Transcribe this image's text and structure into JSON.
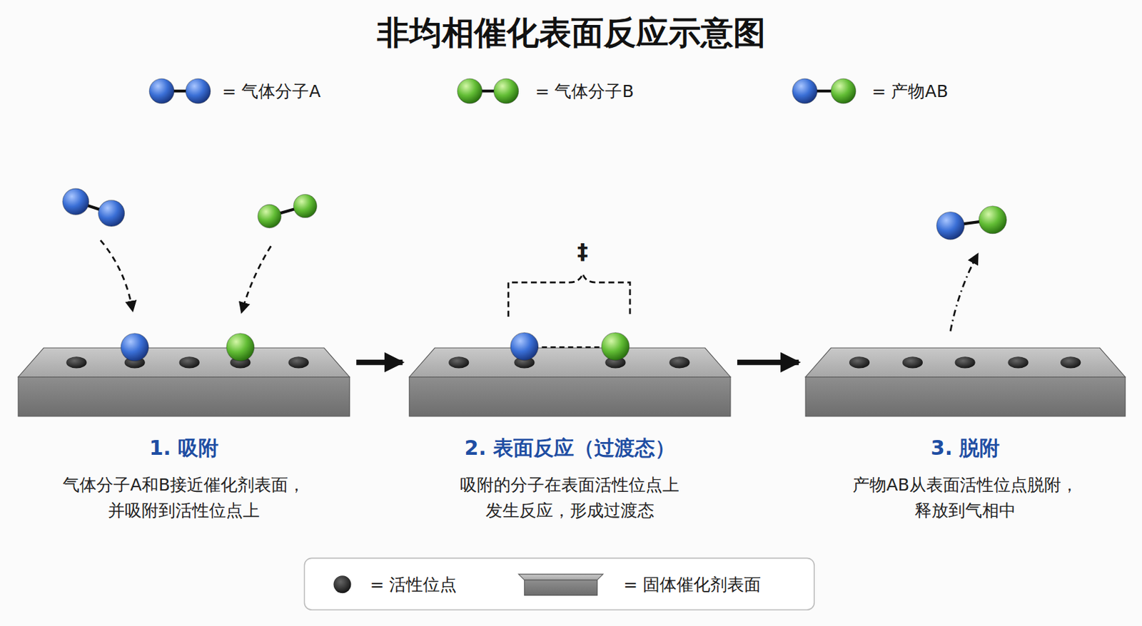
{
  "diagram": {
    "title": "非均相催化表面反应示意图",
    "nodes": [
      {
        "text": [
          "1. 吸附",
          "气体分子A和B接近催化剂表面， 并吸附到活性位点上"
        ]
      },
      {
        "text": [
          "2. 表面反应（过渡态）",
          "吸附的分子在表面活性位点上 发生反应，形成过渡态"
        ]
      },
      {
        "text": [
          "3. 脱附",
          "产物AB从表面活性位点脱附， 释放到气相中"
        ]
      }
    ],
    "edges": [
      {
        "from": 0,
        "to": 1,
        "arrow": "to"
      },
      {
        "from": 1,
        "to": 2,
        "arrow": "to"
      }
    ],
    "labels": [
      "‡"
    ],
    "legend": [
      {
        "text": "= 气体分子A"
      },
      {
        "text": "= 气体分子B"
      },
      {
        "text": "= 产物AB"
      },
      {
        "text": "= 活性位点"
      },
      {
        "text": "= 固体催化剂表面"
      }
    ]
  }
}
